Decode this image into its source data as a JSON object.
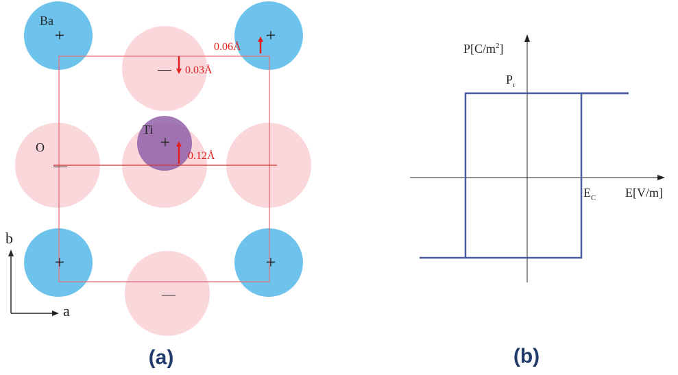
{
  "colors": {
    "ba_atom": "#6ec3ec",
    "o_atom": "#f8d3d6",
    "ti_atom": "#9062a8",
    "unit_cell": "#e8707a",
    "displacement": "#e02020",
    "loop": "#4a5a9e",
    "axis": "#222222",
    "panel_label": "#203a6b"
  },
  "panel_a": {
    "label": "(a)",
    "atoms": {
      "ba": "Ba",
      "ti": "Ti",
      "o": "O"
    },
    "signs": {
      "plus": "+",
      "minus": "—"
    },
    "displacements": {
      "ba_corner": "0.06Å",
      "o_apical": "0.03Å",
      "ti_center": "0.12Å"
    },
    "lattice_axes": {
      "a": "a",
      "b": "b"
    }
  },
  "panel_b": {
    "label": "(b)",
    "y_axis": {
      "base": "P[C/m",
      "sup": "2",
      "end": "]"
    },
    "x_axis": "E[V/m]",
    "remanent": {
      "base": "P",
      "sub": "r"
    },
    "coercive": {
      "base": "E",
      "sub": "C"
    }
  }
}
